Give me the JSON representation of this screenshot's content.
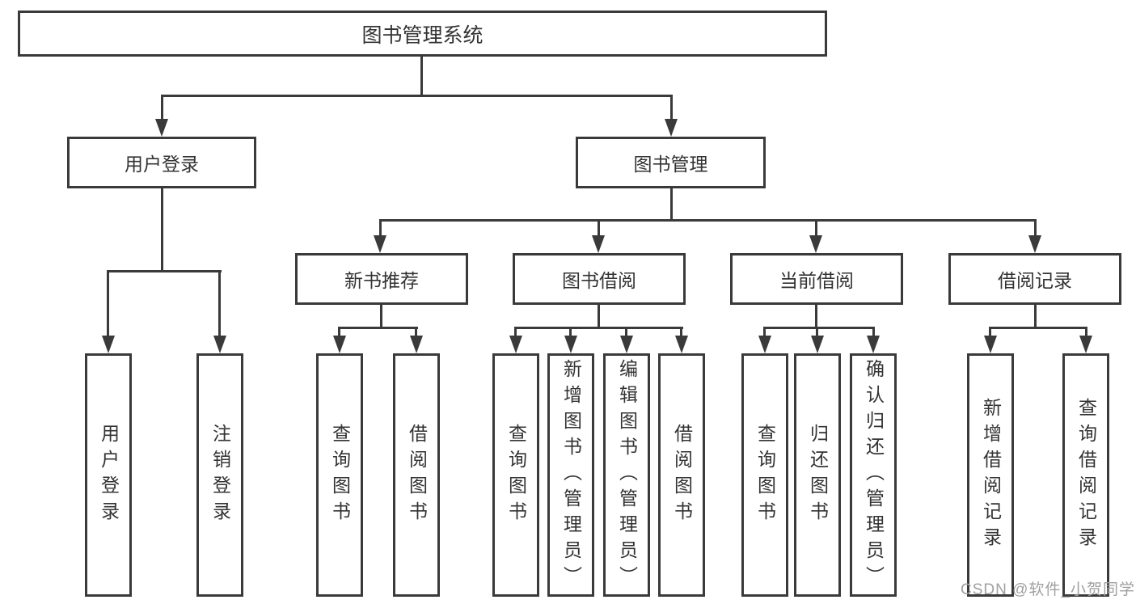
{
  "diagram": {
    "title": "图书管理系统",
    "level2": {
      "user_login": "用户登录",
      "book_mgmt": "图书管理"
    },
    "level3": {
      "new_books": "新书推荐",
      "borrow": "图书借阅",
      "current": "当前借阅",
      "records": "借阅记录"
    },
    "leaves": [
      "用户登录",
      "注销登录",
      "查询图书",
      "借阅图书",
      "查询图书",
      "新增图书（管理员）",
      "编辑图书（管理员）",
      "借阅图书",
      "查询图书",
      "归还图书",
      "确认归还（管理员）",
      "新增借阅记录",
      "查询借阅记录"
    ]
  },
  "watermark": {
    "text": "CSDN @软件_小贺同学"
  },
  "colors": {
    "line": "#3a3a3a",
    "text": "#333333",
    "box_bg": "#ffffff",
    "watermark": "#a0a0a0",
    "page_bg": "#ffffff"
  }
}
